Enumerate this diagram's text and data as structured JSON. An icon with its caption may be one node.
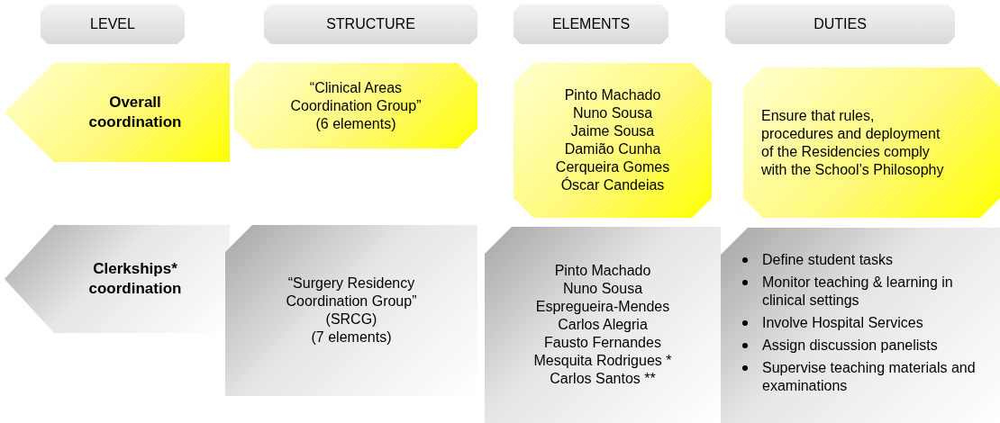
{
  "diagram": {
    "nodes": [
      {
        "text": [
          "LEVEL"
        ]
      },
      {
        "text": [
          "STRUCTURE"
        ]
      },
      {
        "text": [
          "ELEMENTS"
        ]
      },
      {
        "text": [
          "DUTIES"
        ]
      },
      {
        "text": [
          "Overall coordination"
        ]
      },
      {
        "text": [
          "“Clinical Areas Coordination Group”",
          "(6 elements)"
        ]
      },
      {
        "text": [
          "Pinto Machado",
          "Nuno Sousa",
          "Jaime Sousa",
          "Damião Cunha",
          "Cerqueira Gomes",
          "Óscar Candeias"
        ]
      },
      {
        "text": [
          "Ensure that rules, procedures and deployment of the Residencies comply with the School’s Philosophy"
        ]
      },
      {
        "text": [
          "Clerkships* coordination"
        ]
      },
      {
        "text": [
          "“Surgery Residency Coordination Group”",
          "(SRCG)",
          "(7 elements)"
        ]
      },
      {
        "text": [
          "Pinto Machado",
          "Nuno Sousa",
          "Espregueira-Mendes",
          "Carlos Alegria",
          "Fausto Fernandes",
          "Mesquita Rodrigues *",
          "Carlos Santos **"
        ]
      },
      {
        "text": [
          "Define student tasks",
          "Monitor teaching & learning in clinical settings",
          "Involve Hospital Services",
          "Assign discussion panelists",
          "Supervise teaching materials and examinations"
        ]
      }
    ],
    "edges": []
  }
}
